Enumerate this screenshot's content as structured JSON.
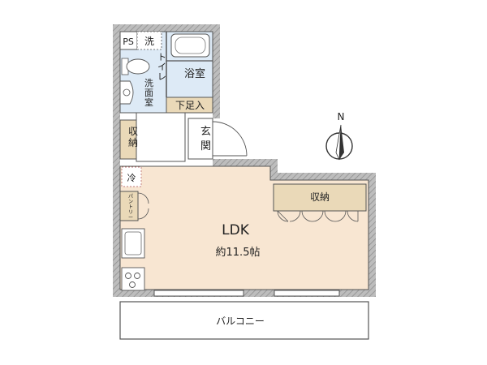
{
  "rooms": {
    "ldk": "LDK",
    "ldk_size": "約11.5帖",
    "bath": "浴室",
    "toilet_washroom": "トイレ\n洗面室",
    "ps": "PS",
    "laundry": "洗",
    "shoe_storage": "下足入",
    "entrance": "玄関",
    "closet_left": "収納",
    "closet_right": "収納",
    "fridge": "冷",
    "pantry": "パントリー",
    "balcony": "バルコニー"
  },
  "compass": {
    "north_label": "N"
  },
  "colors": {
    "ldk_floor": "#f8e6d2",
    "storage_floor": "#ead9b8",
    "wet_area_floor": "#ddeaf6",
    "wall": "#9a9a9a",
    "line": "#555555"
  }
}
